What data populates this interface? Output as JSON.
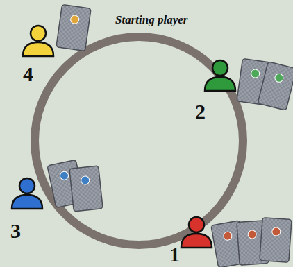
{
  "diagram": {
    "labels": [
      "Starting player",
      "4",
      "2",
      "3",
      "1"
    ]
  }
}
